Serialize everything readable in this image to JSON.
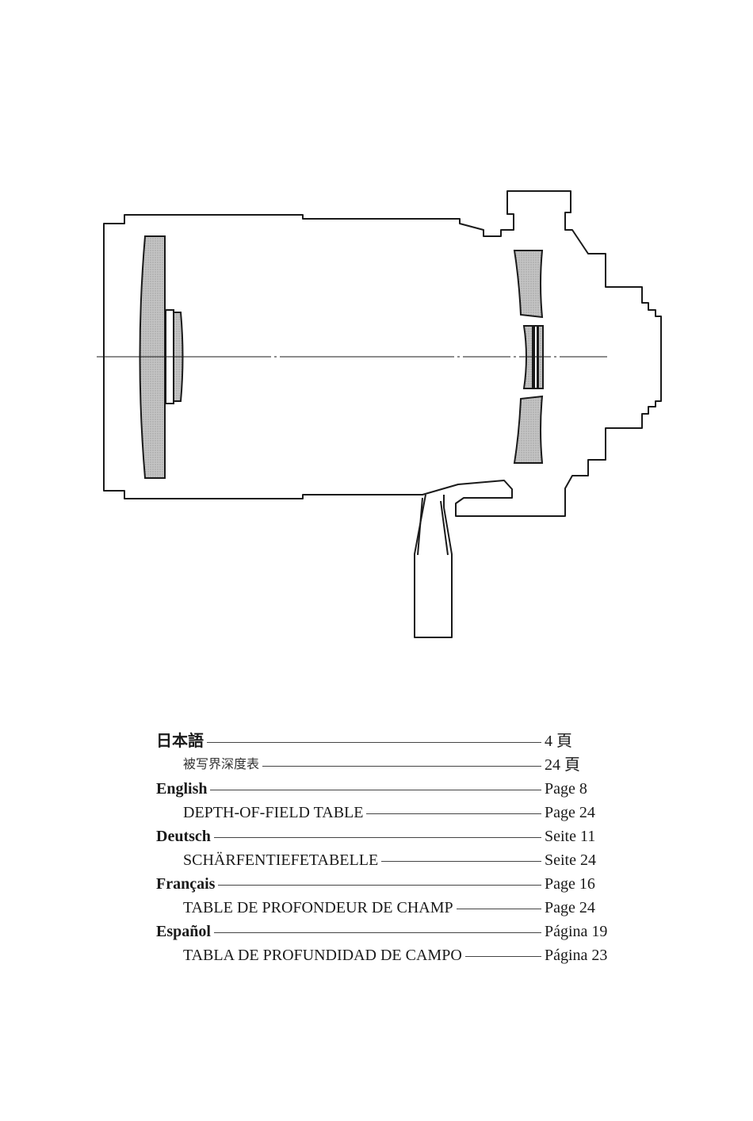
{
  "toc": {
    "entries": [
      {
        "label": "日本語",
        "page": "4 頁",
        "level": "main"
      },
      {
        "label": "被写界深度表",
        "page": "24 頁",
        "level": "sub"
      },
      {
        "label": "English",
        "page": "Page 8",
        "level": "main"
      },
      {
        "label": "DEPTH-OF-FIELD TABLE",
        "page": "Page 24",
        "level": "sub"
      },
      {
        "label": "Deutsch",
        "page": "Seite 11",
        "level": "main"
      },
      {
        "label": "SCHÄRFENTIEFETABELLE",
        "page": "Seite 24",
        "level": "sub"
      },
      {
        "label": "Français",
        "page": "Page 16",
        "level": "main"
      },
      {
        "label": "TABLE DE PROFONDEUR DE CHAMP",
        "page": "Page 24",
        "level": "sub"
      },
      {
        "label": "Español",
        "page": "Página 19",
        "level": "main"
      },
      {
        "label": "TABLA DE PROFUNDIDAD DE CAMPO",
        "page": "Página 23",
        "level": "sub"
      }
    ]
  },
  "diagram": {
    "stroke_color": "#1a1a1a",
    "element_fill": "#c4c4c4"
  }
}
